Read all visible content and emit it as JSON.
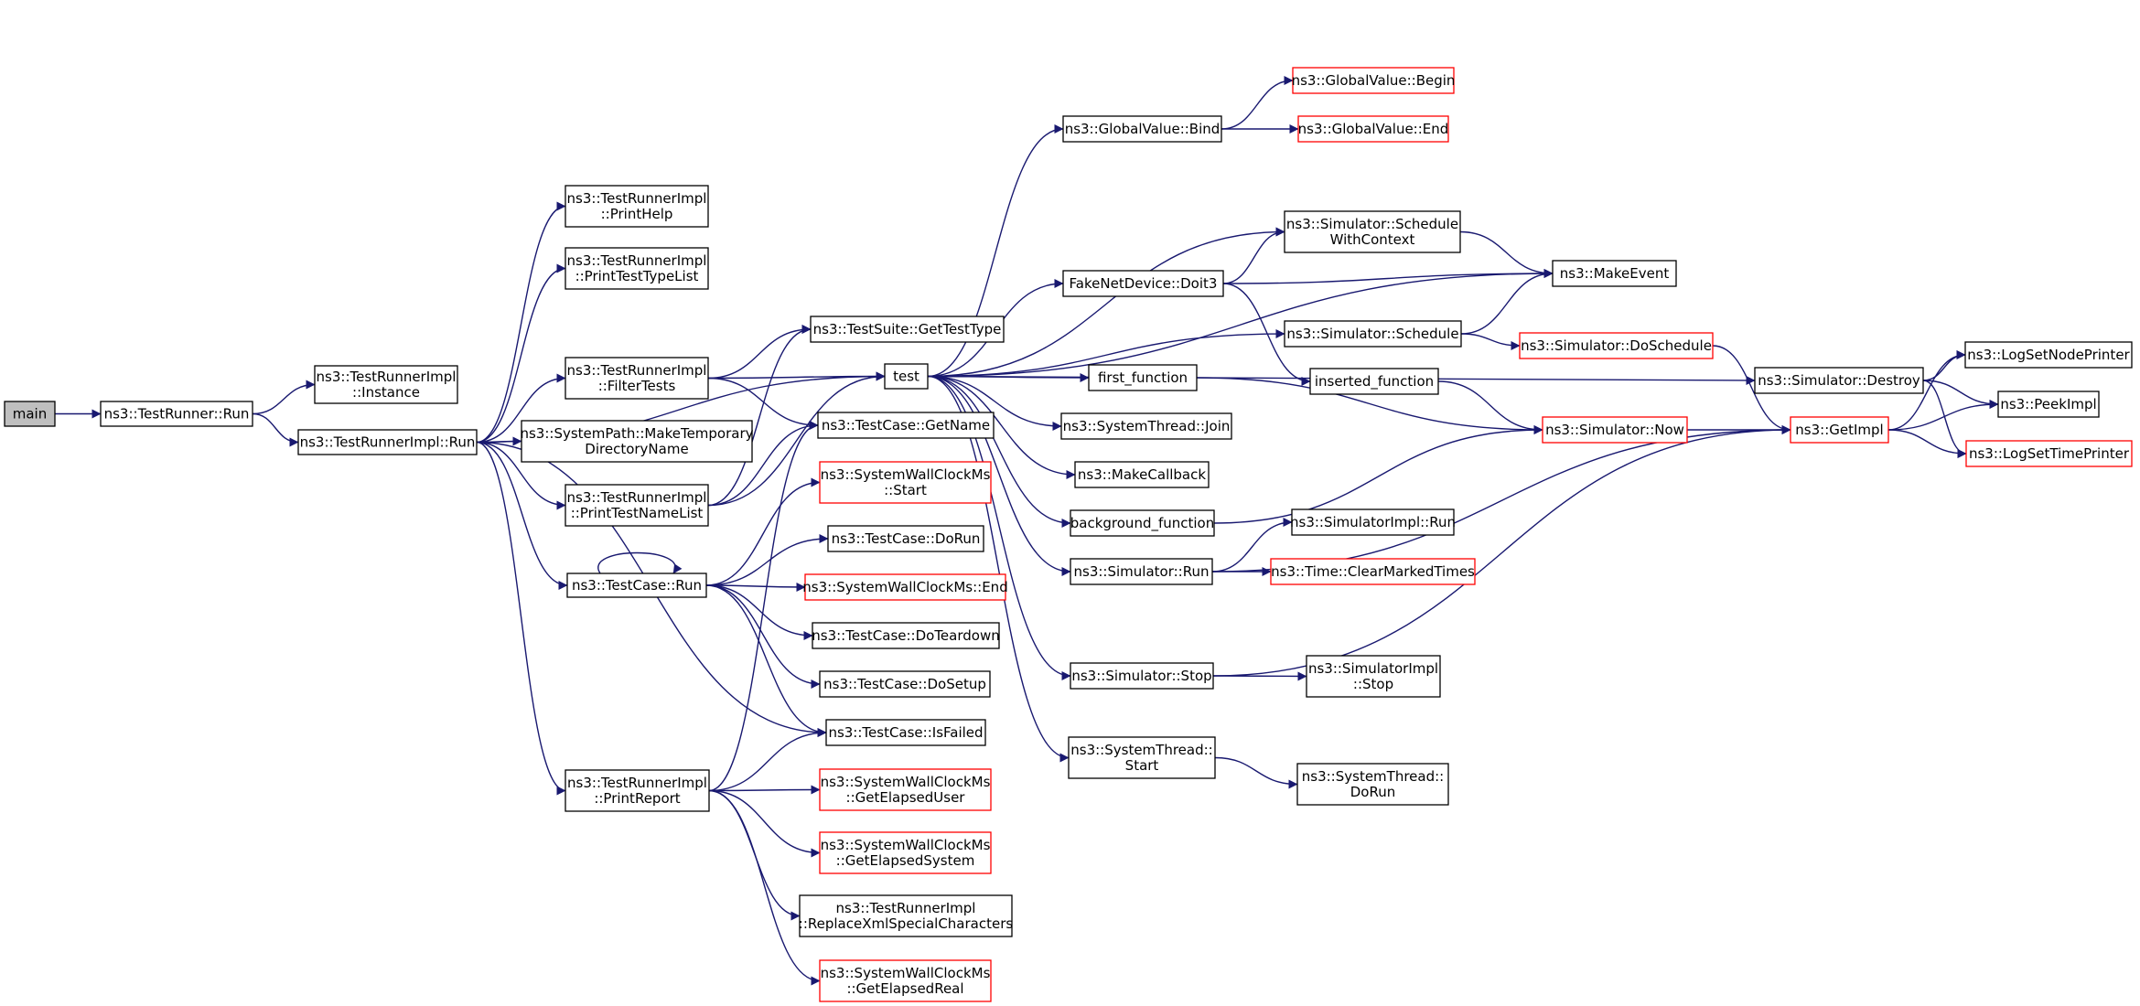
{
  "colors": {
    "edge": "#191970",
    "box_normal": "#000000",
    "box_external": "#ff0000",
    "root_fill": "#bfbfbf",
    "background": "#ffffff"
  },
  "nodes": [
    {
      "id": "main",
      "lines": [
        "main"
      ],
      "style": "root"
    },
    {
      "id": "testrunner_run",
      "lines": [
        "ns3::TestRunner::Run"
      ],
      "style": "normal"
    },
    {
      "id": "tri_instance",
      "lines": [
        "ns3::TestRunnerImpl",
        "::Instance"
      ],
      "style": "normal"
    },
    {
      "id": "tri_run",
      "lines": [
        "ns3::TestRunnerImpl::Run"
      ],
      "style": "normal"
    },
    {
      "id": "tri_printhelp",
      "lines": [
        "ns3::TestRunnerImpl",
        "::PrintHelp"
      ],
      "style": "normal"
    },
    {
      "id": "tri_printtesttypelist",
      "lines": [
        "ns3::TestRunnerImpl",
        "::PrintTestTypeList"
      ],
      "style": "normal"
    },
    {
      "id": "tri_filtertests",
      "lines": [
        "ns3::TestRunnerImpl",
        "::FilterTests"
      ],
      "style": "normal"
    },
    {
      "id": "systempath_mtd",
      "lines": [
        "ns3::SystemPath::MakeTemporary",
        "DirectoryName"
      ],
      "style": "normal"
    },
    {
      "id": "tri_printtestnamelist",
      "lines": [
        "ns3::TestRunnerImpl",
        "::PrintTestNameList"
      ],
      "style": "normal"
    },
    {
      "id": "testcase_run",
      "lines": [
        "ns3::TestCase::Run"
      ],
      "style": "normal"
    },
    {
      "id": "tri_printreport",
      "lines": [
        "ns3::TestRunnerImpl",
        "::PrintReport"
      ],
      "style": "normal"
    },
    {
      "id": "testsuite_gettesttype",
      "lines": [
        "ns3::TestSuite::GetTestType"
      ],
      "style": "normal"
    },
    {
      "id": "test",
      "lines": [
        "test"
      ],
      "style": "normal"
    },
    {
      "id": "testcase_getname",
      "lines": [
        "ns3::TestCase::GetName"
      ],
      "style": "normal"
    },
    {
      "id": "swc_start",
      "lines": [
        "ns3::SystemWallClockMs",
        "::Start"
      ],
      "style": "external"
    },
    {
      "id": "testcase_dorun",
      "lines": [
        "ns3::TestCase::DoRun"
      ],
      "style": "normal"
    },
    {
      "id": "swc_end",
      "lines": [
        "ns3::SystemWallClockMs::End"
      ],
      "style": "external"
    },
    {
      "id": "testcase_doteardown",
      "lines": [
        "ns3::TestCase::DoTeardown"
      ],
      "style": "normal"
    },
    {
      "id": "testcase_dosetup",
      "lines": [
        "ns3::TestCase::DoSetup"
      ],
      "style": "normal"
    },
    {
      "id": "testcase_isfailed",
      "lines": [
        "ns3::TestCase::IsFailed"
      ],
      "style": "normal"
    },
    {
      "id": "swc_getelapseduser",
      "lines": [
        "ns3::SystemWallClockMs",
        "::GetElapsedUser"
      ],
      "style": "external"
    },
    {
      "id": "swc_getelapsedsystem",
      "lines": [
        "ns3::SystemWallClockMs",
        "::GetElapsedSystem"
      ],
      "style": "external"
    },
    {
      "id": "tri_replacexml",
      "lines": [
        "ns3::TestRunnerImpl",
        "::ReplaceXmlSpecialCharacters"
      ],
      "style": "normal"
    },
    {
      "id": "swc_getelapsedreal",
      "lines": [
        "ns3::SystemWallClockMs",
        "::GetElapsedReal"
      ],
      "style": "external"
    },
    {
      "id": "globalvalue_bind",
      "lines": [
        "ns3::GlobalValue::Bind"
      ],
      "style": "normal"
    },
    {
      "id": "globalvalue_begin",
      "lines": [
        "ns3::GlobalValue::Begin"
      ],
      "style": "external"
    },
    {
      "id": "globalvalue_end",
      "lines": [
        "ns3::GlobalValue::End"
      ],
      "style": "external"
    },
    {
      "id": "sim_schedulewithcontext",
      "lines": [
        "ns3::Simulator::Schedule",
        "WithContext"
      ],
      "style": "normal"
    },
    {
      "id": "fakenetdevice_doit3",
      "lines": [
        "FakeNetDevice::Doit3"
      ],
      "style": "normal"
    },
    {
      "id": "makeevent",
      "lines": [
        "ns3::MakeEvent"
      ],
      "style": "normal"
    },
    {
      "id": "sim_schedule",
      "lines": [
        "ns3::Simulator::Schedule"
      ],
      "style": "normal"
    },
    {
      "id": "sim_doschedule",
      "lines": [
        "ns3::Simulator::DoSchedule"
      ],
      "style": "external"
    },
    {
      "id": "first_function",
      "lines": [
        "first_function"
      ],
      "style": "normal"
    },
    {
      "id": "inserted_function",
      "lines": [
        "inserted_function"
      ],
      "style": "normal"
    },
    {
      "id": "systemthread_join",
      "lines": [
        "ns3::SystemThread::Join"
      ],
      "style": "normal"
    },
    {
      "id": "sim_now",
      "lines": [
        "ns3::Simulator::Now"
      ],
      "style": "external"
    },
    {
      "id": "makecallback",
      "lines": [
        "ns3::MakeCallback"
      ],
      "style": "normal"
    },
    {
      "id": "background_function",
      "lines": [
        "background_function"
      ],
      "style": "normal"
    },
    {
      "id": "simimpl_run",
      "lines": [
        "ns3::SimulatorImpl::Run"
      ],
      "style": "normal"
    },
    {
      "id": "sim_run",
      "lines": [
        "ns3::Simulator::Run"
      ],
      "style": "normal"
    },
    {
      "id": "time_clearmarkedtimes",
      "lines": [
        "ns3::Time::ClearMarkedTimes"
      ],
      "style": "external"
    },
    {
      "id": "sim_stop",
      "lines": [
        "ns3::Simulator::Stop"
      ],
      "style": "normal"
    },
    {
      "id": "simimpl_stop",
      "lines": [
        "ns3::SimulatorImpl",
        "::Stop"
      ],
      "style": "normal"
    },
    {
      "id": "systemthread_start",
      "lines": [
        "ns3::SystemThread::",
        "Start"
      ],
      "style": "normal"
    },
    {
      "id": "systemthread_dorun",
      "lines": [
        "ns3::SystemThread::",
        "DoRun"
      ],
      "style": "normal"
    },
    {
      "id": "sim_destroy",
      "lines": [
        "ns3::Simulator::Destroy"
      ],
      "style": "normal"
    },
    {
      "id": "getimpl",
      "lines": [
        "ns3::GetImpl"
      ],
      "style": "external"
    },
    {
      "id": "logsetnodeprinter",
      "lines": [
        "ns3::LogSetNodePrinter"
      ],
      "style": "normal"
    },
    {
      "id": "peekimpl",
      "lines": [
        "ns3::PeekImpl"
      ],
      "style": "normal"
    },
    {
      "id": "logsettimeprinter",
      "lines": [
        "ns3::LogSetTimePrinter"
      ],
      "style": "external"
    }
  ],
  "edges": [
    [
      "main",
      "testrunner_run"
    ],
    [
      "testrunner_run",
      "tri_instance"
    ],
    [
      "testrunner_run",
      "tri_run"
    ],
    [
      "tri_run",
      "tri_printhelp"
    ],
    [
      "tri_run",
      "tri_printtesttypelist"
    ],
    [
      "tri_run",
      "test"
    ],
    [
      "tri_run",
      "tri_filtertests"
    ],
    [
      "tri_run",
      "systempath_mtd"
    ],
    [
      "tri_run",
      "tri_printtestnamelist"
    ],
    [
      "tri_run",
      "testcase_run"
    ],
    [
      "tri_run",
      "testcase_isfailed"
    ],
    [
      "tri_run",
      "tri_printreport"
    ],
    [
      "tri_filtertests",
      "testsuite_gettesttype"
    ],
    [
      "tri_filtertests",
      "test"
    ],
    [
      "tri_filtertests",
      "testcase_getname"
    ],
    [
      "tri_printtestnamelist",
      "testsuite_gettesttype"
    ],
    [
      "tri_printtestnamelist",
      "test"
    ],
    [
      "tri_printtestnamelist",
      "testcase_getname"
    ],
    [
      "testcase_run",
      "testcase_run"
    ],
    [
      "testcase_run",
      "swc_start"
    ],
    [
      "testcase_run",
      "testcase_dorun"
    ],
    [
      "testcase_run",
      "swc_end"
    ],
    [
      "testcase_run",
      "testcase_doteardown"
    ],
    [
      "testcase_run",
      "testcase_dosetup"
    ],
    [
      "testcase_run",
      "testcase_isfailed"
    ],
    [
      "tri_printreport",
      "testcase_getname"
    ],
    [
      "tri_printreport",
      "testcase_isfailed"
    ],
    [
      "tri_printreport",
      "swc_getelapseduser"
    ],
    [
      "tri_printreport",
      "swc_getelapsedsystem"
    ],
    [
      "tri_printreport",
      "tri_replacexml"
    ],
    [
      "tri_printreport",
      "swc_getelapsedreal"
    ],
    [
      "test",
      "globalvalue_bind"
    ],
    [
      "test",
      "sim_schedulewithcontext"
    ],
    [
      "test",
      "fakenetdevice_doit3"
    ],
    [
      "test",
      "makeevent"
    ],
    [
      "test",
      "sim_schedule"
    ],
    [
      "test",
      "first_function"
    ],
    [
      "test",
      "systemthread_join"
    ],
    [
      "test",
      "makecallback"
    ],
    [
      "test",
      "background_function"
    ],
    [
      "test",
      "sim_run"
    ],
    [
      "test",
      "sim_stop"
    ],
    [
      "test",
      "systemthread_start"
    ],
    [
      "test",
      "sim_destroy"
    ],
    [
      "globalvalue_bind",
      "globalvalue_begin"
    ],
    [
      "globalvalue_bind",
      "globalvalue_end"
    ],
    [
      "fakenetdevice_doit3",
      "sim_schedulewithcontext"
    ],
    [
      "fakenetdevice_doit3",
      "makeevent"
    ],
    [
      "fakenetdevice_doit3",
      "inserted_function"
    ],
    [
      "sim_schedulewithcontext",
      "makeevent"
    ],
    [
      "sim_schedule",
      "makeevent"
    ],
    [
      "sim_schedule",
      "sim_doschedule"
    ],
    [
      "sim_doschedule",
      "getimpl"
    ],
    [
      "first_function",
      "sim_now"
    ],
    [
      "inserted_function",
      "sim_now"
    ],
    [
      "background_function",
      "sim_now"
    ],
    [
      "sim_now",
      "getimpl"
    ],
    [
      "sim_run",
      "simimpl_run"
    ],
    [
      "sim_run",
      "time_clearmarkedtimes"
    ],
    [
      "sim_run",
      "getimpl"
    ],
    [
      "sim_stop",
      "simimpl_stop"
    ],
    [
      "sim_stop",
      "getimpl"
    ],
    [
      "systemthread_start",
      "systemthread_dorun"
    ],
    [
      "sim_destroy",
      "logsetnodeprinter"
    ],
    [
      "sim_destroy",
      "peekimpl"
    ],
    [
      "sim_destroy",
      "logsettimeprinter"
    ],
    [
      "getimpl",
      "logsetnodeprinter"
    ],
    [
      "getimpl",
      "peekimpl"
    ],
    [
      "getimpl",
      "logsettimeprinter"
    ]
  ]
}
